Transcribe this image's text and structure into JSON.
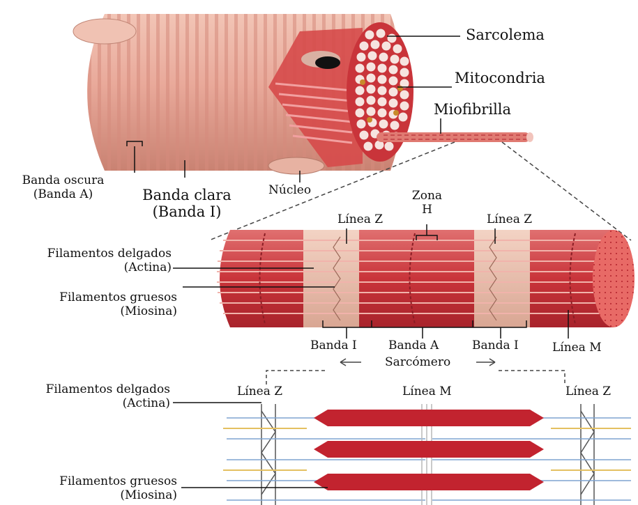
{
  "labels": {
    "sarcolema": "Sarcolema",
    "mitocondria": "Mitocondria",
    "miofibrilla": "Miofibrilla",
    "banda_oscura_1": "Banda oscura",
    "banda_oscura_2": "(Banda A)",
    "banda_clara_1": "Banda clara",
    "banda_clara_2": "(Banda I)",
    "nucleo": "Núcleo",
    "zona_1": "Zona",
    "zona_2": "H",
    "linea_z_left": "Línea Z",
    "linea_z_right": "Línea Z",
    "fil_delgados_1": "Filamentos delgados",
    "fil_delgados_2": "(Actina)",
    "fil_gruesos_1": "Filamentos gruesos",
    "fil_gruesos_2": "(Miosina)",
    "banda_i_left": "Banda I",
    "banda_a": "Banda A",
    "banda_i_right": "Banda I",
    "linea_m": "Línea M",
    "sarcomero": "Sarcómero",
    "bottom_fil_delgados_1": "Filamentos delgados",
    "bottom_fil_delgados_2": "(Actina)",
    "bottom_fil_gruesos_1": "Filamentos gruesos",
    "bottom_fil_gruesos_2": "(Miosina)",
    "bottom_linea_z_left": "Línea Z",
    "bottom_linea_m": "Línea M",
    "bottom_linea_z_right": "Línea Z"
  },
  "colors": {
    "fiber_skin": "#e9a99a",
    "fiber_stripe": "#d98878",
    "myofibril_red": "#c9343a",
    "myofibril_light": "#e8b6a4",
    "myosin": "#c2232f",
    "actin": "#8fb0d6",
    "actin_yellow": "#e4c060"
  }
}
